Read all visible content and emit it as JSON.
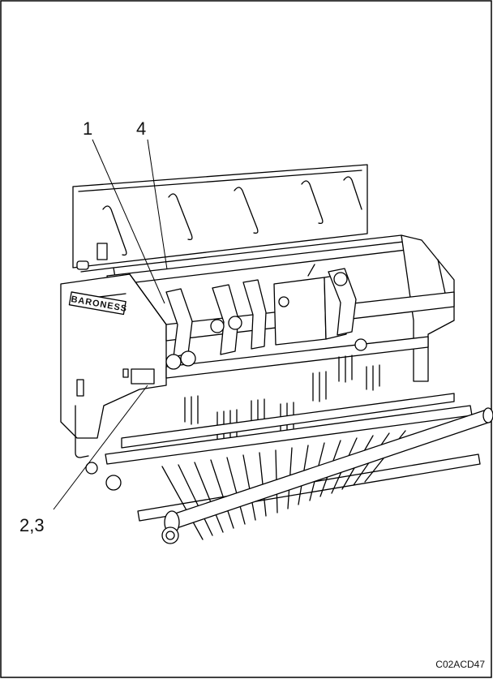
{
  "callouts": {
    "label_1": "1",
    "label_4": "4",
    "label_2_3": "2,3"
  },
  "figure_code": "C02ACD47",
  "brand_plate": "BARONESS"
}
